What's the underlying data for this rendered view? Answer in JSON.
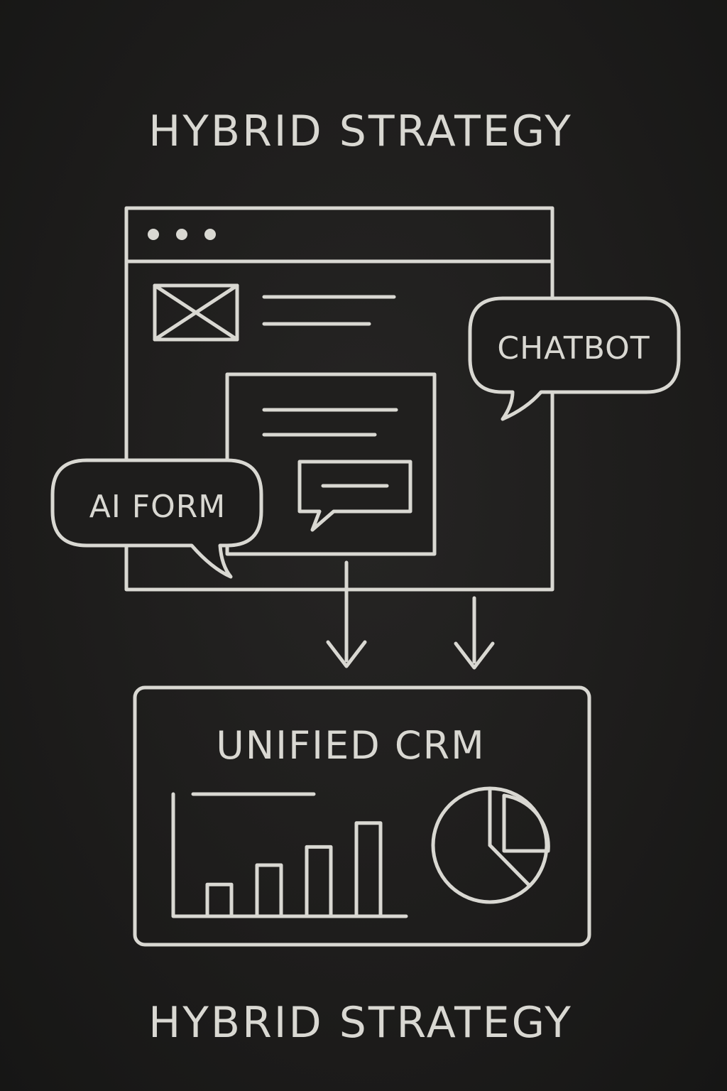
{
  "diagram": {
    "title_top": "HYBRID STRATEGY",
    "chatbot_label": "CHATBOT",
    "ai_form_label": "AI FORM",
    "crm_label": "UNIFIED CRM",
    "title_bottom": "HYBRID STRATEGY",
    "bar_chart": {
      "values": [
        0.28,
        0.45,
        0.61,
        0.82
      ]
    },
    "pie_chart": {
      "slice_fraction": 0.25
    },
    "colors": {
      "chalk": "#d9d8d2",
      "board": "#1d1c1b"
    }
  }
}
